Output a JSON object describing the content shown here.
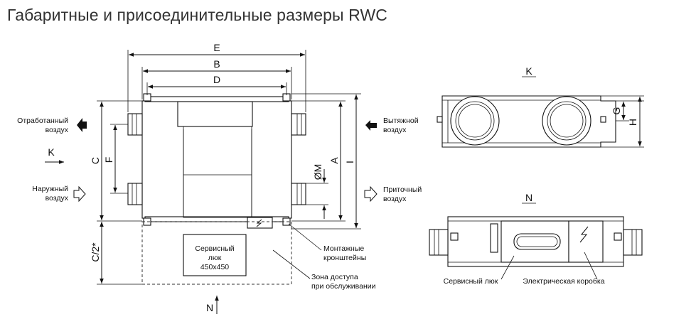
{
  "title": "Габаритные и присоединительные размеры RWC",
  "dimensions": {
    "E": "E",
    "B": "B",
    "D": "D",
    "C": "C",
    "F": "F",
    "M": "ØM",
    "A": "A",
    "I": "I",
    "C2": "C/2*",
    "G": "G",
    "H": "H"
  },
  "views": {
    "K": "K",
    "N": "N"
  },
  "airflow": {
    "exhaust_out_line1": "Отработанный",
    "exhaust_out_line2": "воздух",
    "outdoor_line1": "Наружный",
    "outdoor_line2": "воздух",
    "extract_line1": "Вытяжной",
    "extract_line2": "воздух",
    "supply_line1": "Приточный",
    "supply_line2": "воздух"
  },
  "service_hatch": {
    "line1": "Сервисный",
    "line2": "люк",
    "line3": "450x450"
  },
  "annotations": {
    "brackets_line1": "Монтажные",
    "brackets_line2": "кронштейны",
    "zone_line1": "Зона доступа",
    "zone_line2": "при обслуживании",
    "service_hatch_label": "Сервисный люк",
    "electrical_box_label": "Электрическая коробка"
  },
  "colors": {
    "line": "#111111",
    "title": "#333333",
    "background": "#ffffff"
  }
}
